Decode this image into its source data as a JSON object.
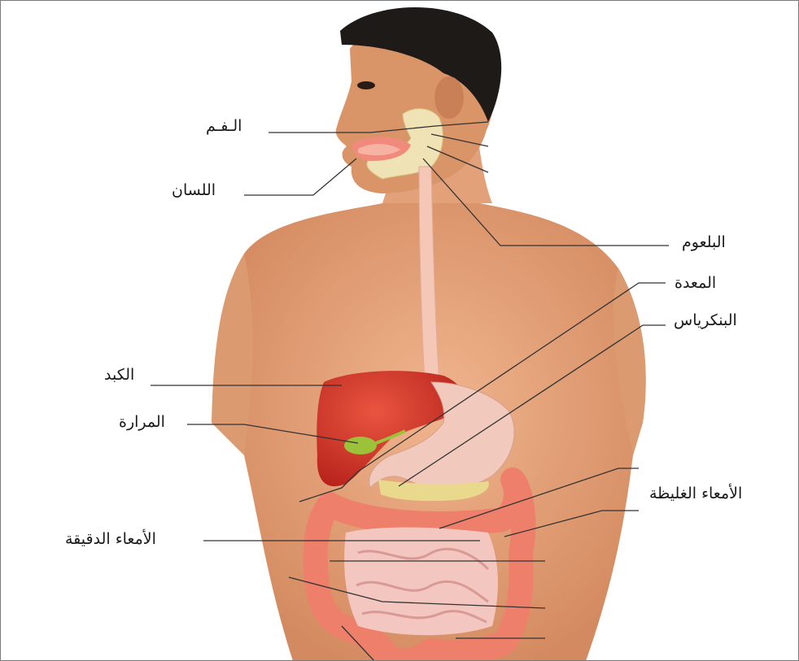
{
  "labels": {
    "mouth": "الـفـم",
    "tongue": "اللسان",
    "pharynx": "البلعوم",
    "stomach": "المعدة",
    "pancreas": "البنكرياس",
    "liver": "الكبد",
    "gallbladder": "المرارة",
    "large_intestine": "الأمعاء الغليظة",
    "small_intestine": "الأمعاء الدقيقة"
  },
  "colors": {
    "skin": "#e9a77e",
    "skin_shade": "#c9835a",
    "hair": "#1e1a18",
    "liver": "#d8352a",
    "stomach": "#f2c9bd",
    "colon": "#ee7f6a",
    "small_intestine": "#f3c6c0",
    "pancreas": "#e8d98c",
    "gallbladder": "#9cc23a",
    "esophagus": "#f4c7b7",
    "leader_line": "#333333"
  }
}
